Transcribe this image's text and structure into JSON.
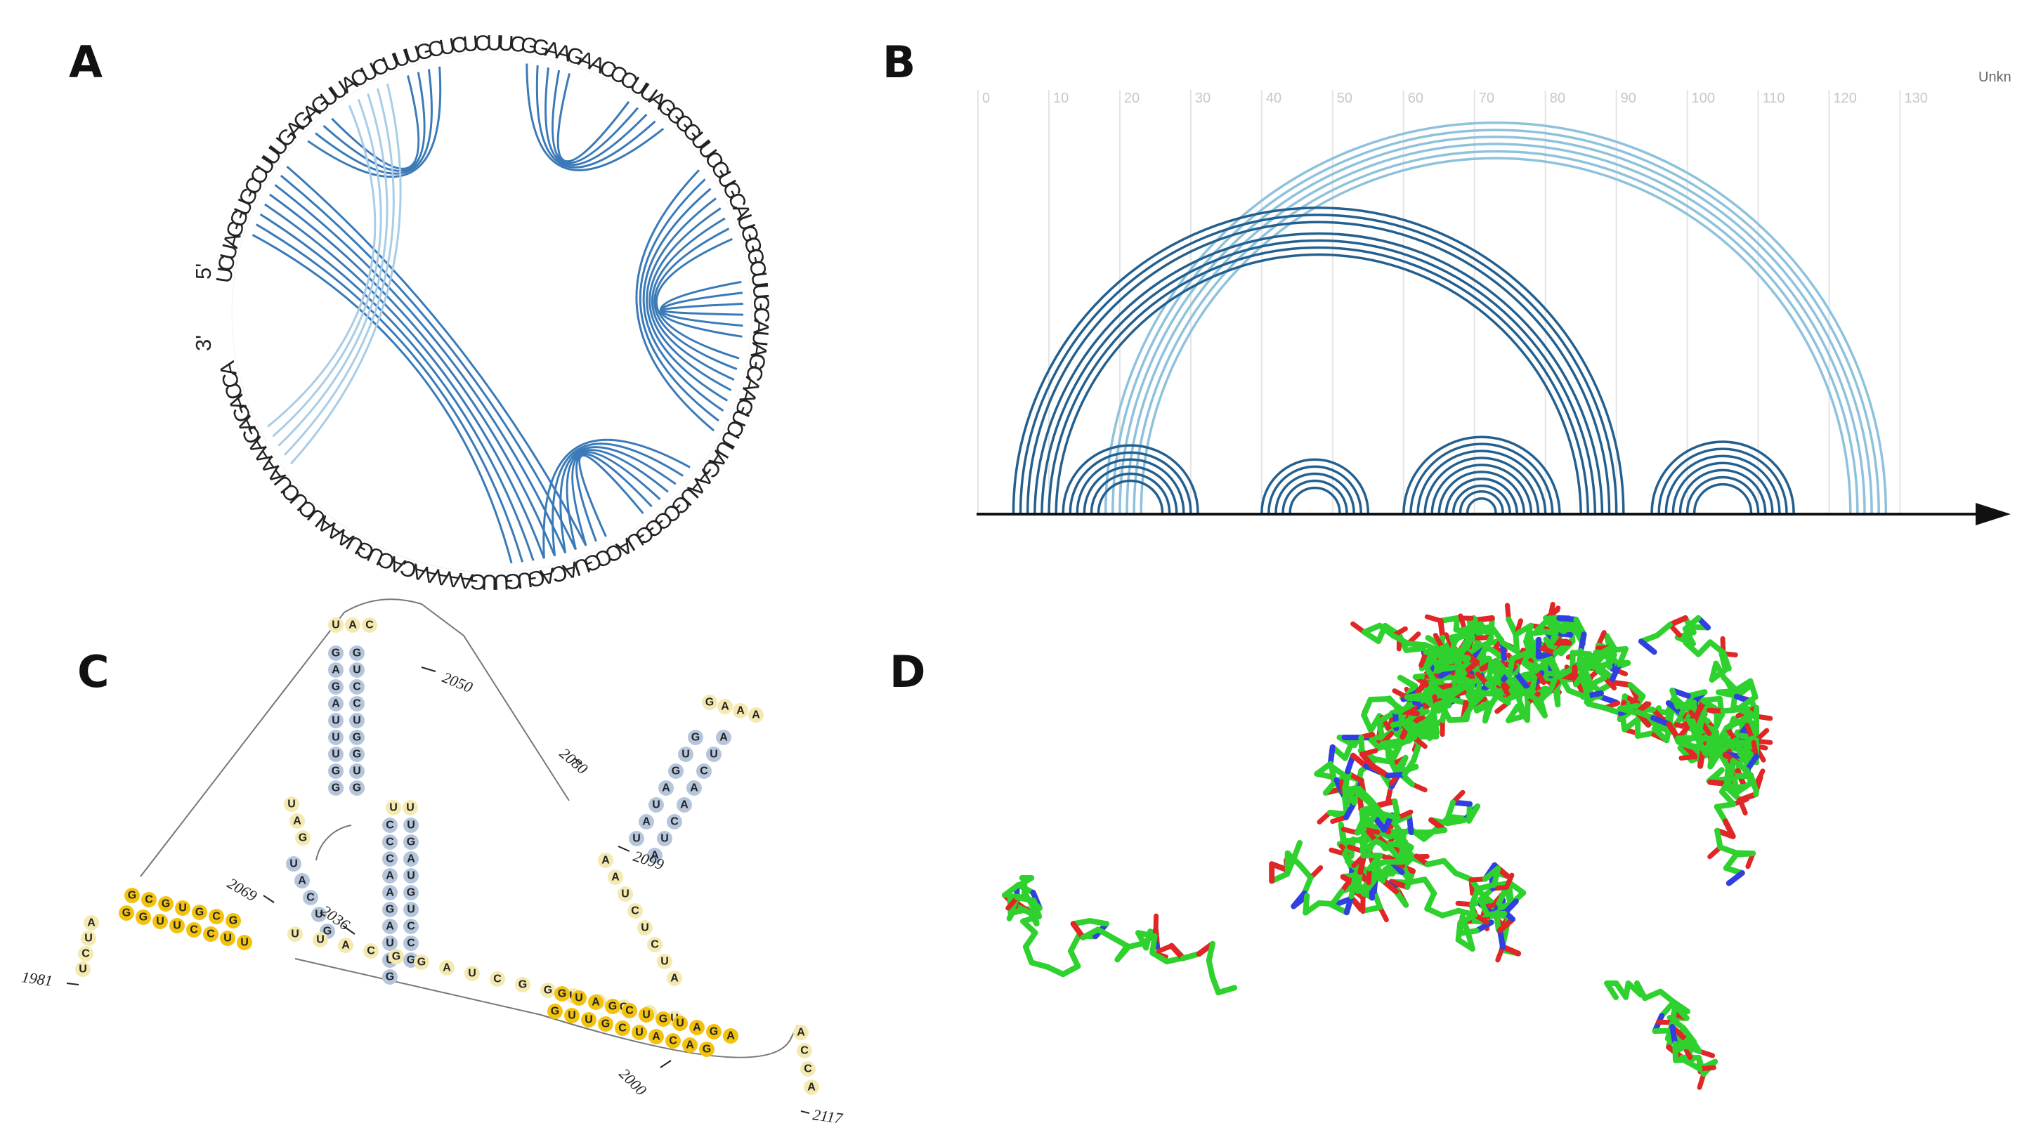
{
  "panels": {
    "a": "A",
    "b": "B",
    "c": "C",
    "d": "D"
  },
  "panel_a": {
    "sequence": "UCUAGGUGCCUUUGAGAGUUACUCUUUGCUCUCUUCGGAAGAACCCUUAGGGGUUCGUGCAUGGGCUUGCAUAGCAAGUCUUAGAAUGCGGGUACCGUACAGUGUUGAAAAACACUGUAAAUCUCUAAAAGAGACCA",
    "five_prime": "5'",
    "three_prime": "3'",
    "arc_colors": [
      "#3a7ab8",
      "#a9cde6"
    ]
  },
  "panel_b": {
    "ticks": [
      "0",
      "10",
      "20",
      "30",
      "40",
      "50",
      "60",
      "70",
      "80",
      "90",
      "100",
      "110",
      "120",
      "130"
    ],
    "corner_label": "Unkn",
    "colors": {
      "dark": "#24608f",
      "light": "#8ec2dc",
      "axis": "#111111"
    }
  },
  "panel_c": {
    "positions": [
      "1981",
      "2000",
      "2036",
      "2050",
      "2069",
      "2080",
      "2099",
      "2117"
    ],
    "colors": {
      "helix_yellow": "#f2c20f",
      "loop_pale": "#f4eab1",
      "stem_blue": "#b5c6dc"
    }
  },
  "panel_d": {
    "colors": {
      "carbon": "#2fd12f",
      "nitrogen": "#3040e0",
      "oxygen": "#e02626"
    }
  }
}
